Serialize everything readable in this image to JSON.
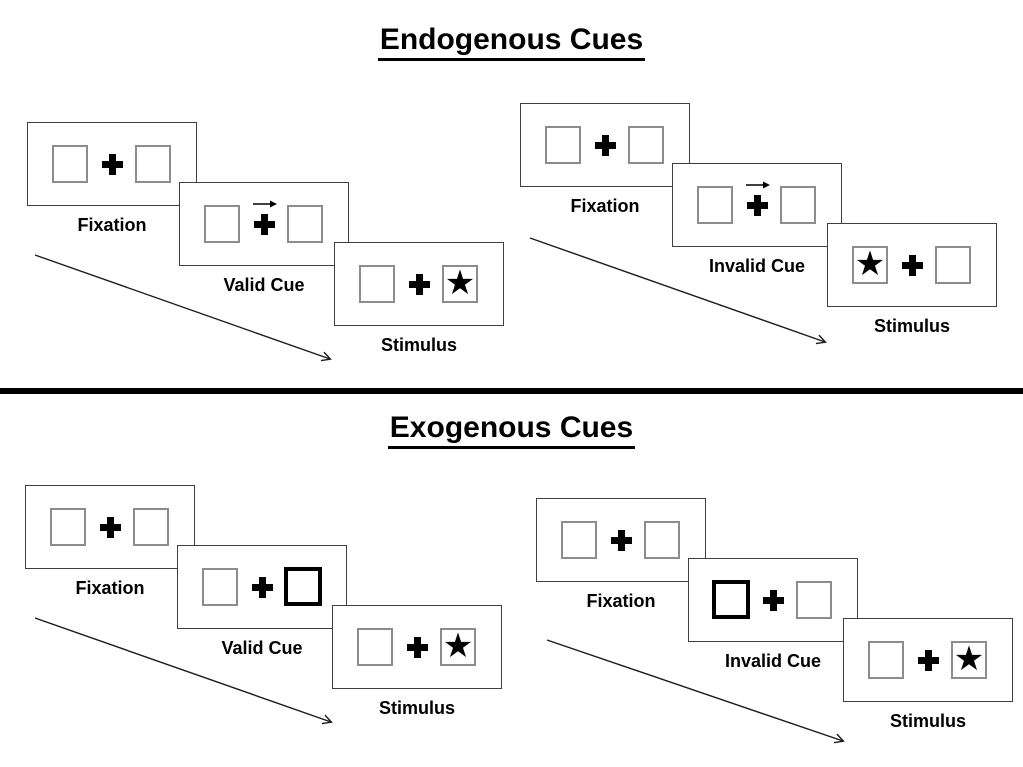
{
  "page": {
    "background": "#ffffff"
  },
  "icons": {
    "star": "★",
    "cue_arrow": "right-arrow",
    "fixation_cross": "plus"
  },
  "colors": {
    "ink": "#000000",
    "panel_border": "#3f3f3f",
    "square_border": "#8c8c8c",
    "cue_highlight_border": "#000000",
    "divider": "#000000"
  },
  "sections": [
    {
      "title": "Endogenous Cues",
      "groups": [
        {
          "name": "valid-trial",
          "panels": [
            {
              "label": "Fixation",
              "type": "fixation"
            },
            {
              "label": "Valid Cue",
              "type": "arrow-cue",
              "cue_direction": "right"
            },
            {
              "label": "Stimulus",
              "type": "stimulus",
              "star_position": "right"
            }
          ]
        },
        {
          "name": "invalid-trial",
          "panels": [
            {
              "label": "Fixation",
              "type": "fixation"
            },
            {
              "label": "Invalid Cue",
              "type": "arrow-cue",
              "cue_direction": "right"
            },
            {
              "label": "Stimulus",
              "type": "stimulus",
              "star_position": "left"
            }
          ]
        }
      ]
    },
    {
      "title": "Exogenous Cues",
      "groups": [
        {
          "name": "valid-trial",
          "panels": [
            {
              "label": "Fixation",
              "type": "fixation"
            },
            {
              "label": "Valid Cue",
              "type": "box-cue",
              "highlighted_box": "right"
            },
            {
              "label": "Stimulus",
              "type": "stimulus",
              "star_position": "right"
            }
          ]
        },
        {
          "name": "invalid-trial",
          "panels": [
            {
              "label": "Fixation",
              "type": "fixation"
            },
            {
              "label": "Invalid Cue",
              "type": "box-cue",
              "highlighted_box": "left"
            },
            {
              "label": "Stimulus",
              "type": "stimulus",
              "star_position": "right"
            }
          ]
        }
      ]
    }
  ]
}
